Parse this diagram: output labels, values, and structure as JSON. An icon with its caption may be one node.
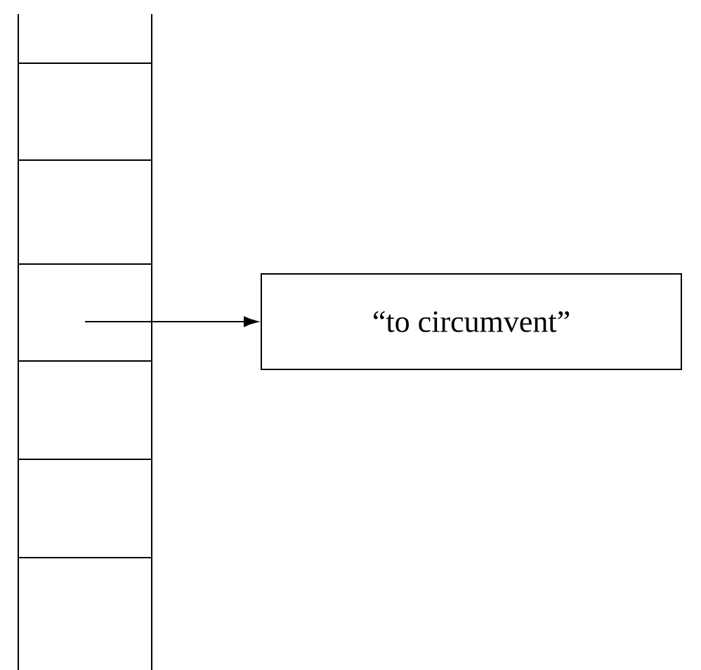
{
  "diagram": {
    "nodes": [
      {
        "text": [],
        "shape": "box"
      },
      {
        "text": [
          "“to circumvent”"
        ]
      }
    ],
    "edges": [
      {
        "from": 0,
        "to": 1,
        "arrow": "to"
      }
    ]
  }
}
